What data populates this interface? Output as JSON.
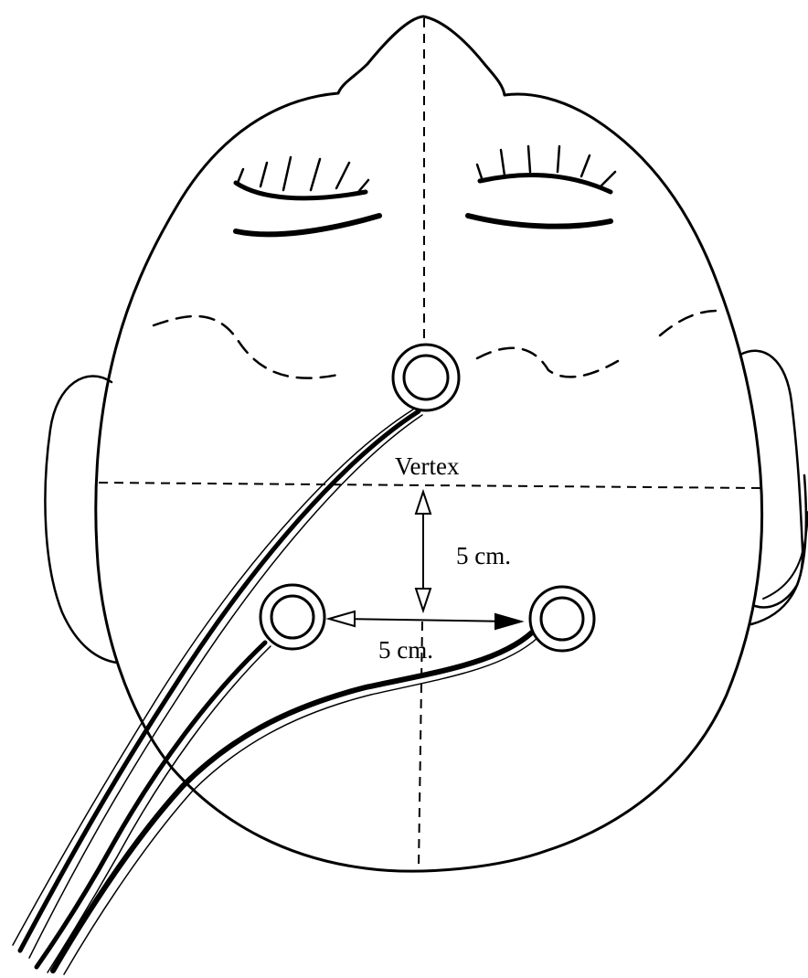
{
  "labels": {
    "vertex": "Vertex",
    "vertical_distance": "5 cm.",
    "horizontal_distance": "5 cm."
  },
  "colors": {
    "ink": "#000000",
    "background": "#ffffff"
  }
}
